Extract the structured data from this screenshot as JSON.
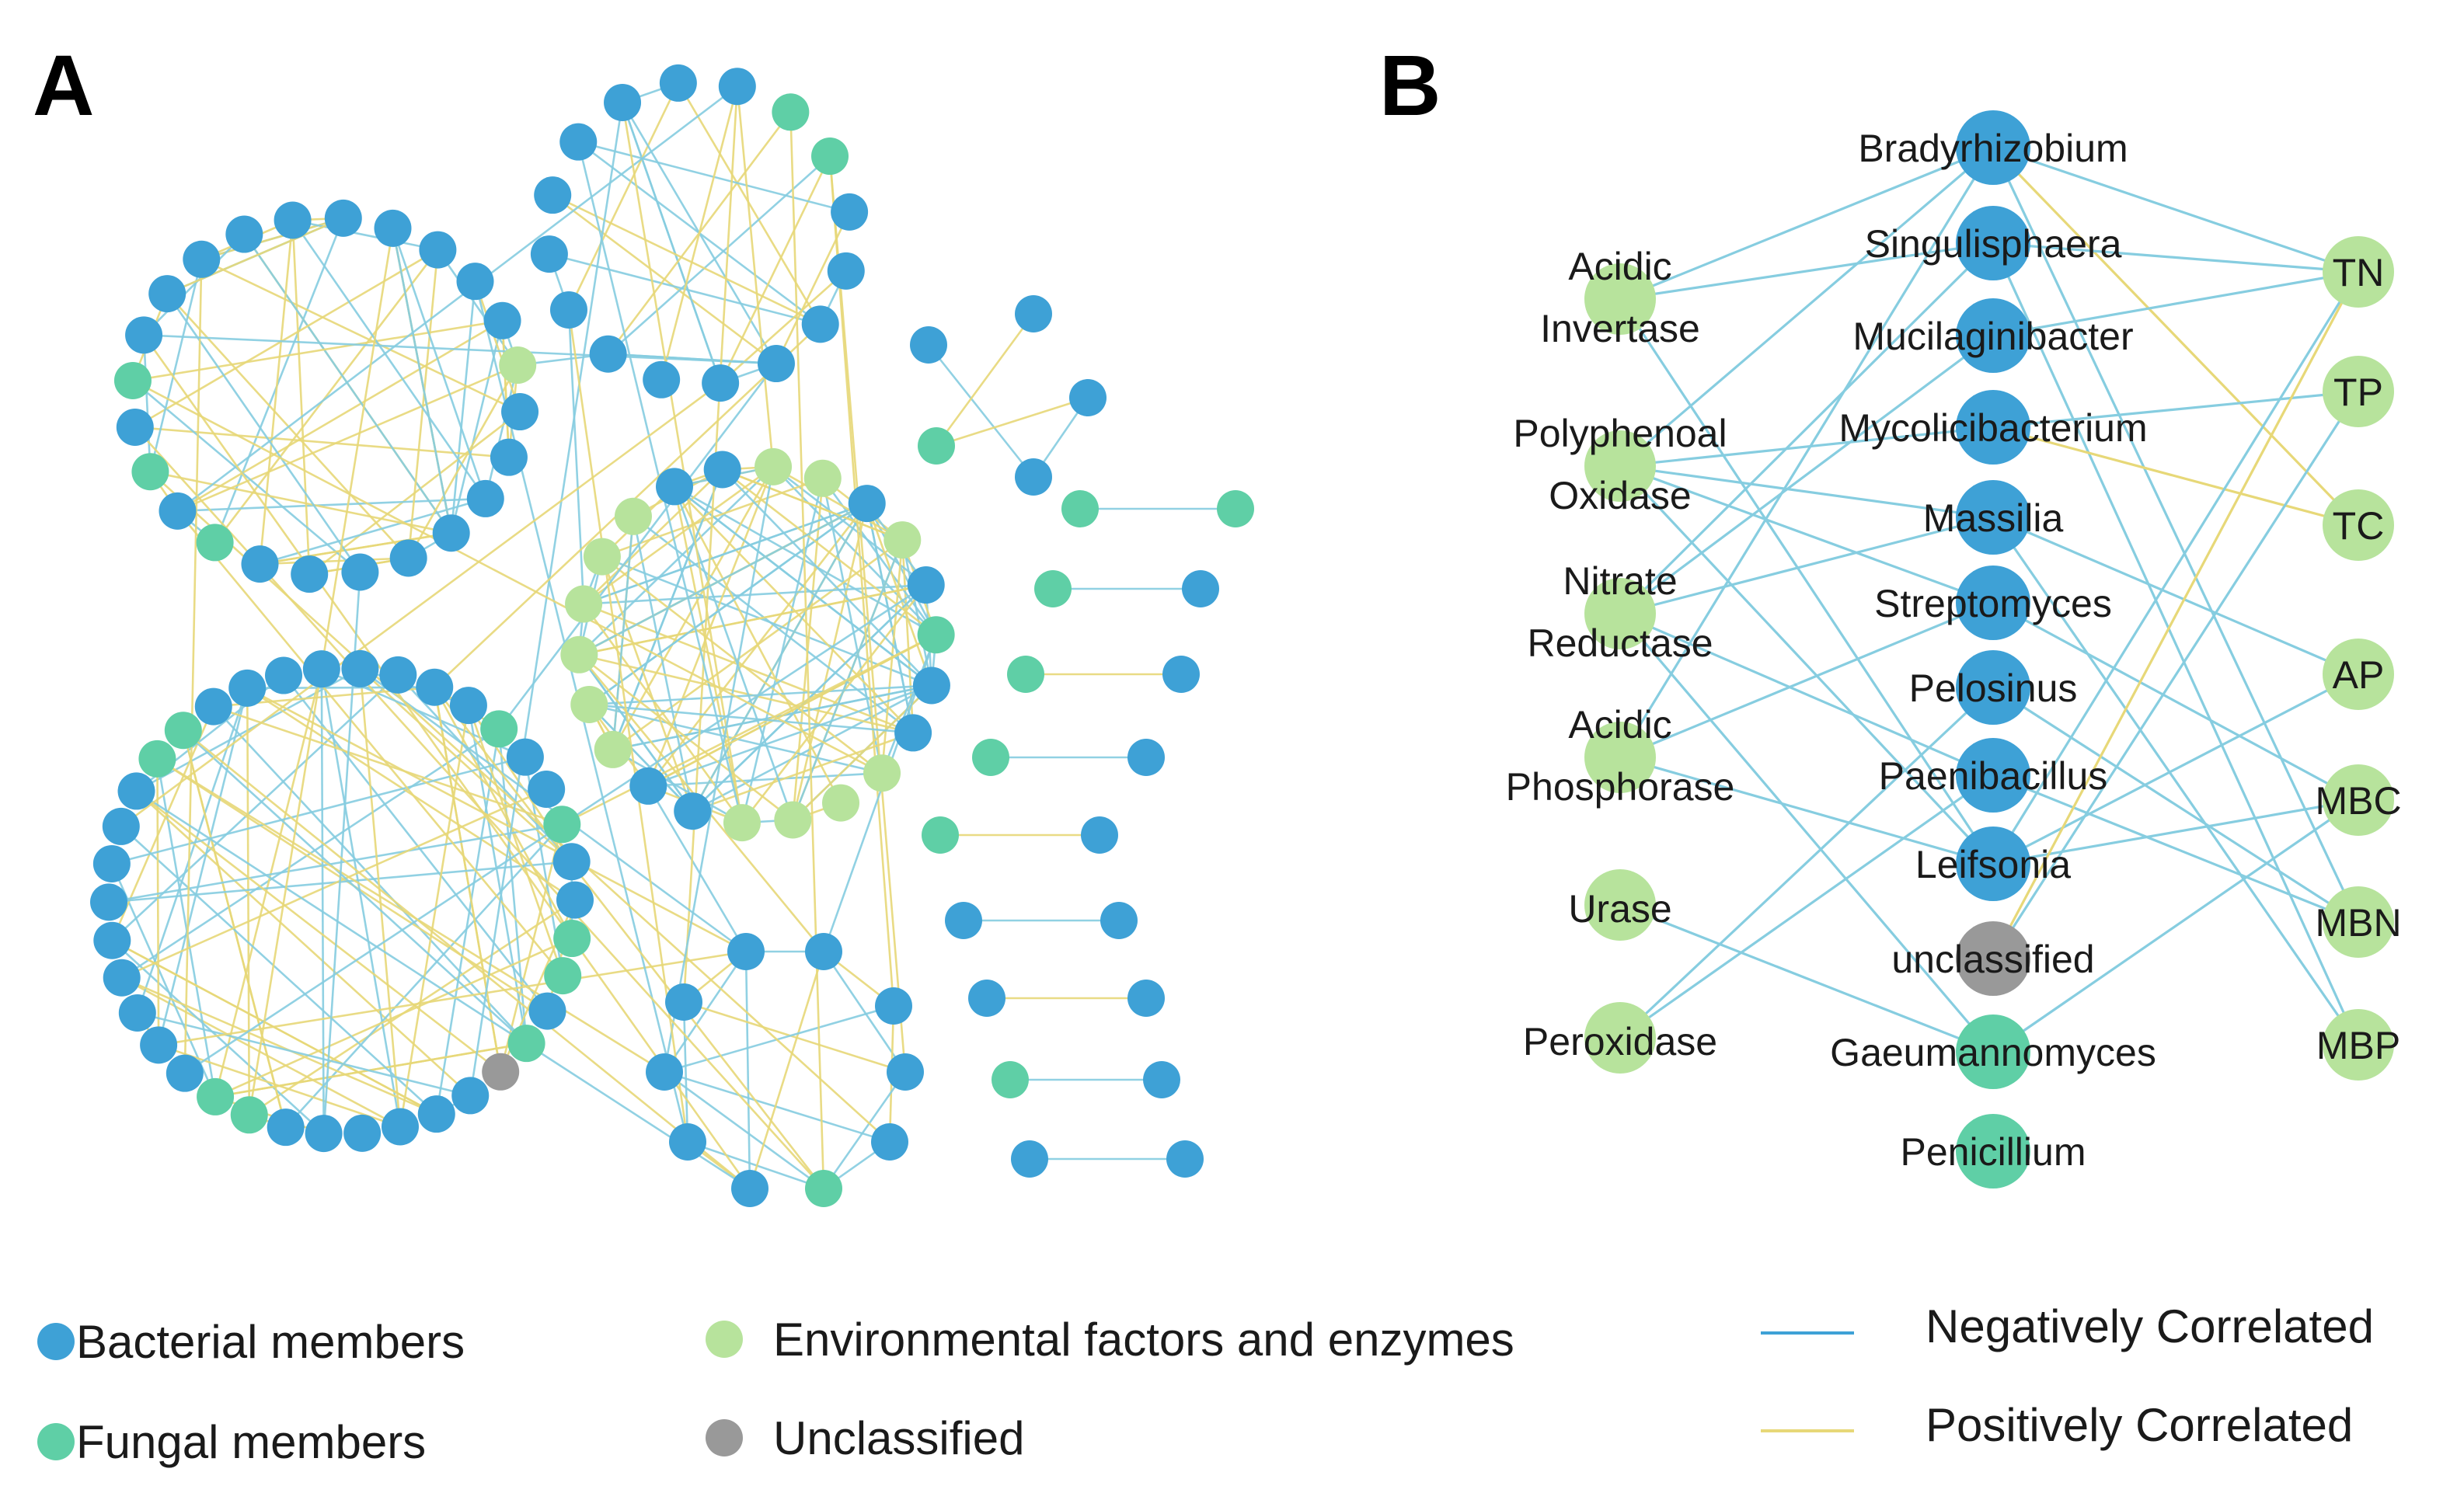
{
  "colors": {
    "bacterial": "#3ea1d6",
    "fungal": "#5fcfa6",
    "environmental": "#b7e39c",
    "unclassified": "#999999",
    "negative": "#86cde0",
    "positive": "#e7d878"
  },
  "panels": {
    "a_label": "A",
    "b_label": "B"
  },
  "panel_b": {
    "left": [
      {
        "id": "acidic_invertase",
        "lines": [
          "Acidic",
          "Invertase"
        ],
        "type": "environmental"
      },
      {
        "id": "polyphenoal_oxidase",
        "lines": [
          "Polyphenoal",
          "Oxidase"
        ],
        "type": "environmental"
      },
      {
        "id": "nitrate_reductase",
        "lines": [
          "Nitrate",
          "Reductase"
        ],
        "type": "environmental"
      },
      {
        "id": "acidic_phosphorase",
        "lines": [
          "Acidic",
          "Phosphorase"
        ],
        "type": "environmental"
      },
      {
        "id": "urase",
        "lines": [
          "Urase"
        ],
        "type": "environmental"
      },
      {
        "id": "peroxidase",
        "lines": [
          "Peroxidase"
        ],
        "type": "environmental"
      }
    ],
    "center": [
      {
        "id": "bradyrhizobium",
        "label": "Bradyrhizobium",
        "type": "bacterial"
      },
      {
        "id": "singulisphaera",
        "label": "Singulisphaera",
        "type": "bacterial"
      },
      {
        "id": "mucilaginibacter",
        "label": "Mucilaginibacter",
        "type": "bacterial"
      },
      {
        "id": "mycolicibacterium",
        "label": "Mycolicibacterium",
        "type": "bacterial"
      },
      {
        "id": "massilia",
        "label": "Massilia",
        "type": "bacterial"
      },
      {
        "id": "streptomyces",
        "label": "Streptomyces",
        "type": "bacterial"
      },
      {
        "id": "pelosinus",
        "label": "Pelosinus",
        "type": "bacterial"
      },
      {
        "id": "paenibacillus",
        "label": "Paenibacillus",
        "type": "bacterial"
      },
      {
        "id": "leifsonia",
        "label": "Leifsonia",
        "type": "bacterial"
      },
      {
        "id": "unclassified",
        "label": "unclassified",
        "type": "unclassified"
      },
      {
        "id": "gaeumannomyces",
        "label": "Gaeumannomyces",
        "type": "fungal"
      },
      {
        "id": "penicillium",
        "label": "Penicillium",
        "type": "fungal"
      }
    ],
    "right": [
      {
        "id": "tn",
        "label": "TN",
        "type": "environmental"
      },
      {
        "id": "tp",
        "label": "TP",
        "type": "environmental"
      },
      {
        "id": "tc",
        "label": "TC",
        "type": "environmental"
      },
      {
        "id": "ap",
        "label": "AP",
        "type": "environmental"
      },
      {
        "id": "mbc",
        "label": "MBC",
        "type": "environmental"
      },
      {
        "id": "mbn",
        "label": "MBN",
        "type": "environmental"
      },
      {
        "id": "mbp",
        "label": "MBP",
        "type": "environmental"
      }
    ],
    "edges": [
      {
        "from": "acidic_invertase",
        "to": "bradyrhizobium",
        "sign": "negative"
      },
      {
        "from": "acidic_invertase",
        "to": "singulisphaera",
        "sign": "negative"
      },
      {
        "from": "acidic_invertase",
        "to": "leifsonia",
        "sign": "negative"
      },
      {
        "from": "polyphenoal_oxidase",
        "to": "bradyrhizobium",
        "sign": "negative"
      },
      {
        "from": "polyphenoal_oxidase",
        "to": "mycolicibacterium",
        "sign": "negative"
      },
      {
        "from": "polyphenoal_oxidase",
        "to": "massilia",
        "sign": "negative"
      },
      {
        "from": "polyphenoal_oxidase",
        "to": "streptomyces",
        "sign": "negative"
      },
      {
        "from": "polyphenoal_oxidase",
        "to": "leifsonia",
        "sign": "negative"
      },
      {
        "from": "nitrate_reductase",
        "to": "singulisphaera",
        "sign": "negative"
      },
      {
        "from": "nitrate_reductase",
        "to": "mucilaginibacter",
        "sign": "negative"
      },
      {
        "from": "nitrate_reductase",
        "to": "massilia",
        "sign": "negative"
      },
      {
        "from": "nitrate_reductase",
        "to": "paenibacillus",
        "sign": "negative"
      },
      {
        "from": "nitrate_reductase",
        "to": "gaeumannomyces",
        "sign": "negative"
      },
      {
        "from": "acidic_phosphorase",
        "to": "bradyrhizobium",
        "sign": "negative"
      },
      {
        "from": "acidic_phosphorase",
        "to": "streptomyces",
        "sign": "negative"
      },
      {
        "from": "acidic_phosphorase",
        "to": "leifsonia",
        "sign": "negative"
      },
      {
        "from": "urase",
        "to": "gaeumannomyces",
        "sign": "negative"
      },
      {
        "from": "peroxidase",
        "to": "pelosinus",
        "sign": "negative"
      },
      {
        "from": "peroxidase",
        "to": "paenibacillus",
        "sign": "negative"
      },
      {
        "from": "bradyrhizobium",
        "to": "tn",
        "sign": "negative"
      },
      {
        "from": "bradyrhizobium",
        "to": "tc",
        "sign": "positive"
      },
      {
        "from": "bradyrhizobium",
        "to": "mbn",
        "sign": "negative"
      },
      {
        "from": "singulisphaera",
        "to": "tn",
        "sign": "negative"
      },
      {
        "from": "singulisphaera",
        "to": "mbp",
        "sign": "negative"
      },
      {
        "from": "mucilaginibacter",
        "to": "tn",
        "sign": "negative"
      },
      {
        "from": "mycolicibacterium",
        "to": "tp",
        "sign": "negative"
      },
      {
        "from": "mycolicibacterium",
        "to": "tc",
        "sign": "positive"
      },
      {
        "from": "massilia",
        "to": "ap",
        "sign": "negative"
      },
      {
        "from": "massilia",
        "to": "mbp",
        "sign": "negative"
      },
      {
        "from": "streptomyces",
        "to": "mbc",
        "sign": "negative"
      },
      {
        "from": "pelosinus",
        "to": "mbn",
        "sign": "negative"
      },
      {
        "from": "paenibacillus",
        "to": "mbn",
        "sign": "negative"
      },
      {
        "from": "leifsonia",
        "to": "tn",
        "sign": "negative"
      },
      {
        "from": "leifsonia",
        "to": "ap",
        "sign": "negative"
      },
      {
        "from": "leifsonia",
        "to": "mbc",
        "sign": "negative"
      },
      {
        "from": "unclassified",
        "to": "tn",
        "sign": "positive"
      },
      {
        "from": "unclassified",
        "to": "tp",
        "sign": "negative"
      },
      {
        "from": "gaeumannomyces",
        "to": "mbc",
        "sign": "negative"
      }
    ]
  },
  "legend": {
    "bacterial": "Bacterial members",
    "fungal": "Fungal members",
    "environmental": "Environmental factors and enzymes",
    "unclassified": "Unclassified",
    "negative": "Negatively Correlated",
    "positive": "Positively Correlated"
  }
}
